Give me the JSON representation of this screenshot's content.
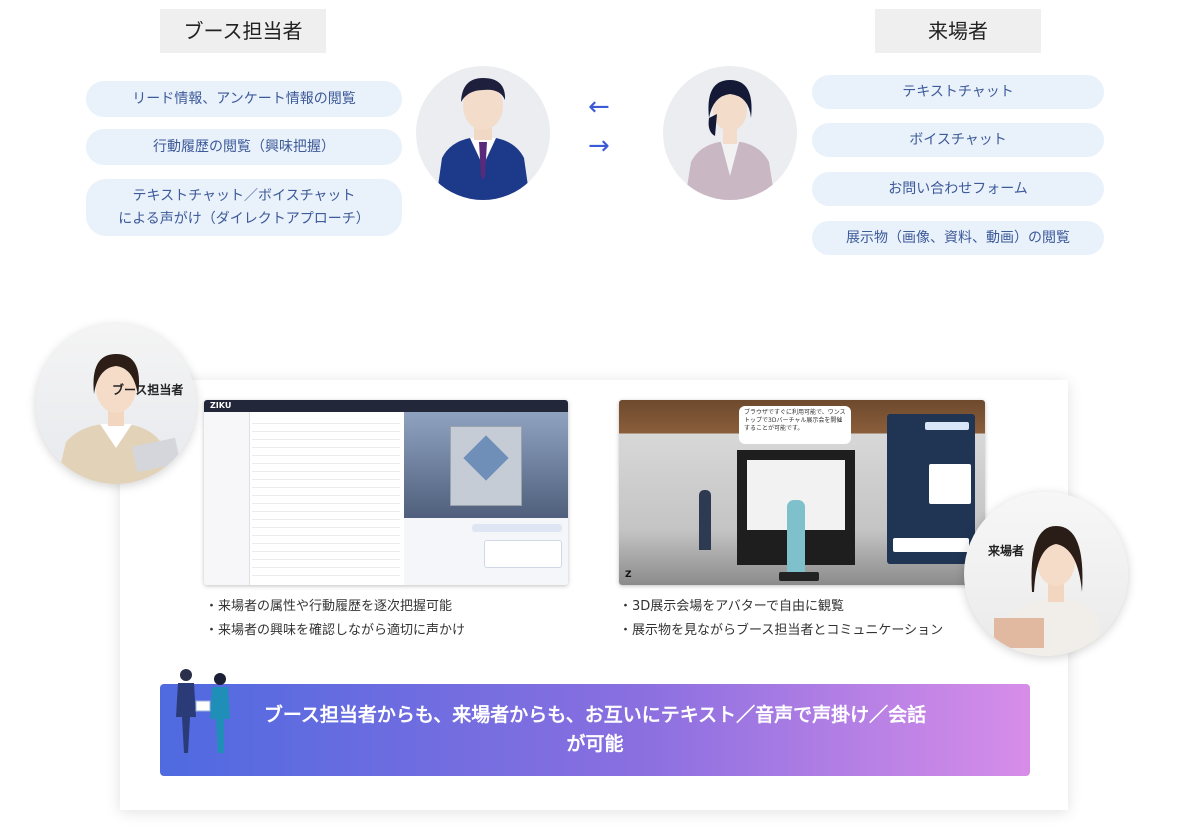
{
  "booth": {
    "title": "ブース担当者",
    "features": [
      "リード情報、アンケート情報の閲覧",
      "行動履歴の閲覧（興味把握）",
      "テキストチャット／ボイスチャット",
      "による声がけ（ダイレクトアプローチ）"
    ]
  },
  "visitor": {
    "title": "来場者",
    "features": [
      "テキストチャット",
      "ボイスチャット",
      "お問い合わせフォーム",
      "展示物（画像、資料、動画）の閲覧"
    ]
  },
  "arrows": {
    "left": "←",
    "right": "→"
  },
  "panel": {
    "booth_label": "ブース担当者",
    "visitor_label": "来場者",
    "left_bullets": [
      "・来場者の属性や行動履歴を逐次把握可能",
      "・来場者の興味を確認しながら適切に声かけ"
    ],
    "right_bullets": [
      "・3D展示会場をアバターで自由に観覧",
      "・展示物を見ながらブース担当者とコミュニケーション"
    ],
    "right_shot_bubble": "ブラウザですぐに利用可能で、ワンストップで3Dバーチャル展示会を開催することが可能です。",
    "logo_text": "ZIKU",
    "banner_line1": "ブース担当者からも、来場者からも、お互いにテキスト／音声で声掛け／会話",
    "banner_line2": "が可能"
  },
  "colors": {
    "accent": "#3b5bd6",
    "pill_bg": "#e9f1fb",
    "pill_text": "#3d5a99"
  }
}
